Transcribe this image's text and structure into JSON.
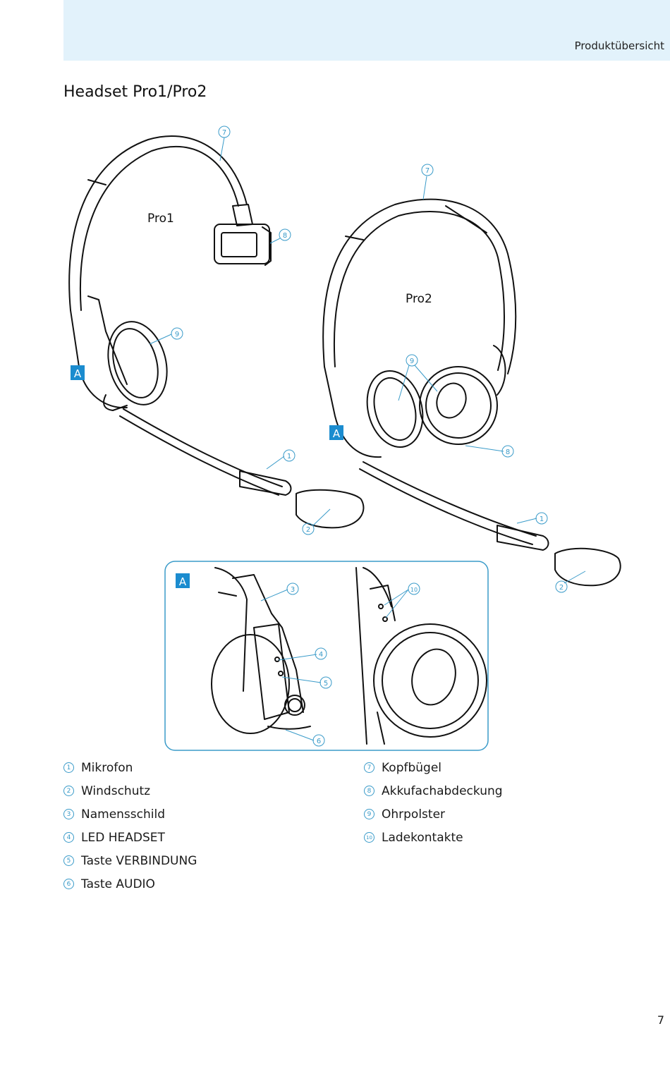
{
  "header": {
    "section": "Produktübersicht"
  },
  "page_title": "Headset Pro1/Pro2",
  "illustration": {
    "pro1_label": "Pro1",
    "pro2_label": "Pro2",
    "detail_marker": "A"
  },
  "legend_left": [
    {
      "num": "1",
      "label": "Mikrofon"
    },
    {
      "num": "2",
      "label": "Windschutz"
    },
    {
      "num": "3",
      "label": "Namensschild"
    },
    {
      "num": "4",
      "label": "LED HEADSET"
    },
    {
      "num": "5",
      "label": "Taste VERBINDUNG"
    },
    {
      "num": "6",
      "label": "Taste AUDIO"
    }
  ],
  "legend_right": [
    {
      "num": "7",
      "label": "Kopfbügel"
    },
    {
      "num": "8",
      "label": "Akkufachabdeckung"
    },
    {
      "num": "9",
      "label": "Ohrpolster"
    },
    {
      "num": "10",
      "label": "Ladekontakte"
    }
  ],
  "page_number": "7",
  "colors": {
    "accent": "#3a9bc9",
    "header_band": "#e2f2fb",
    "marker_bg": "#1b8ccf"
  }
}
